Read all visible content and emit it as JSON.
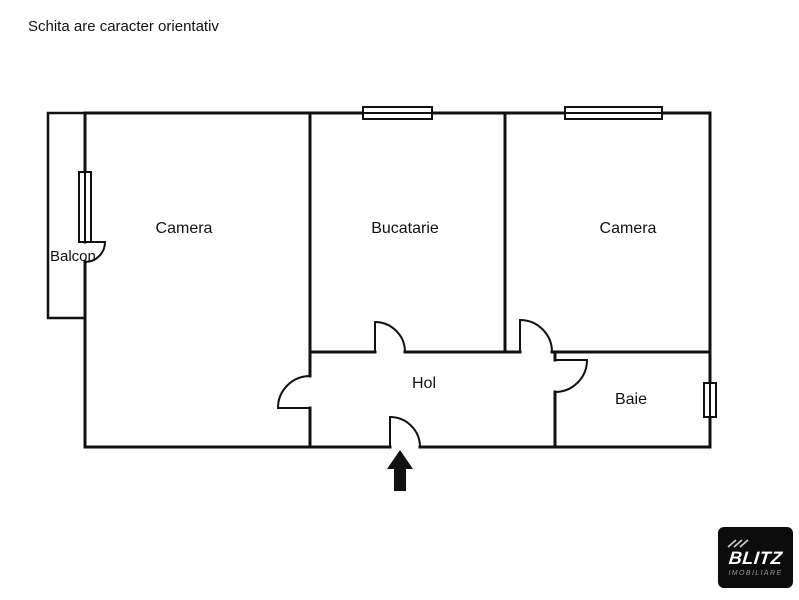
{
  "disclaimer": "Schita are caracter orientativ",
  "rooms": {
    "camera_left": {
      "label": "Camera"
    },
    "bucatarie": {
      "label": "Bucatarie"
    },
    "camera_right": {
      "label": "Camera"
    },
    "hol": {
      "label": "Hol"
    },
    "baie": {
      "label": "Baie"
    },
    "balcon": {
      "label": "Balcon"
    }
  },
  "logo": {
    "brand": "BLITZ",
    "subtitle": "IMOBILIARE"
  },
  "colors": {
    "wall": "#111111",
    "background": "#ffffff",
    "entrance_arrow": "#111111",
    "logo_background": "#0c0c0c",
    "logo_brand_text": "#ffffff",
    "logo_subtitle_text": "#999999"
  }
}
